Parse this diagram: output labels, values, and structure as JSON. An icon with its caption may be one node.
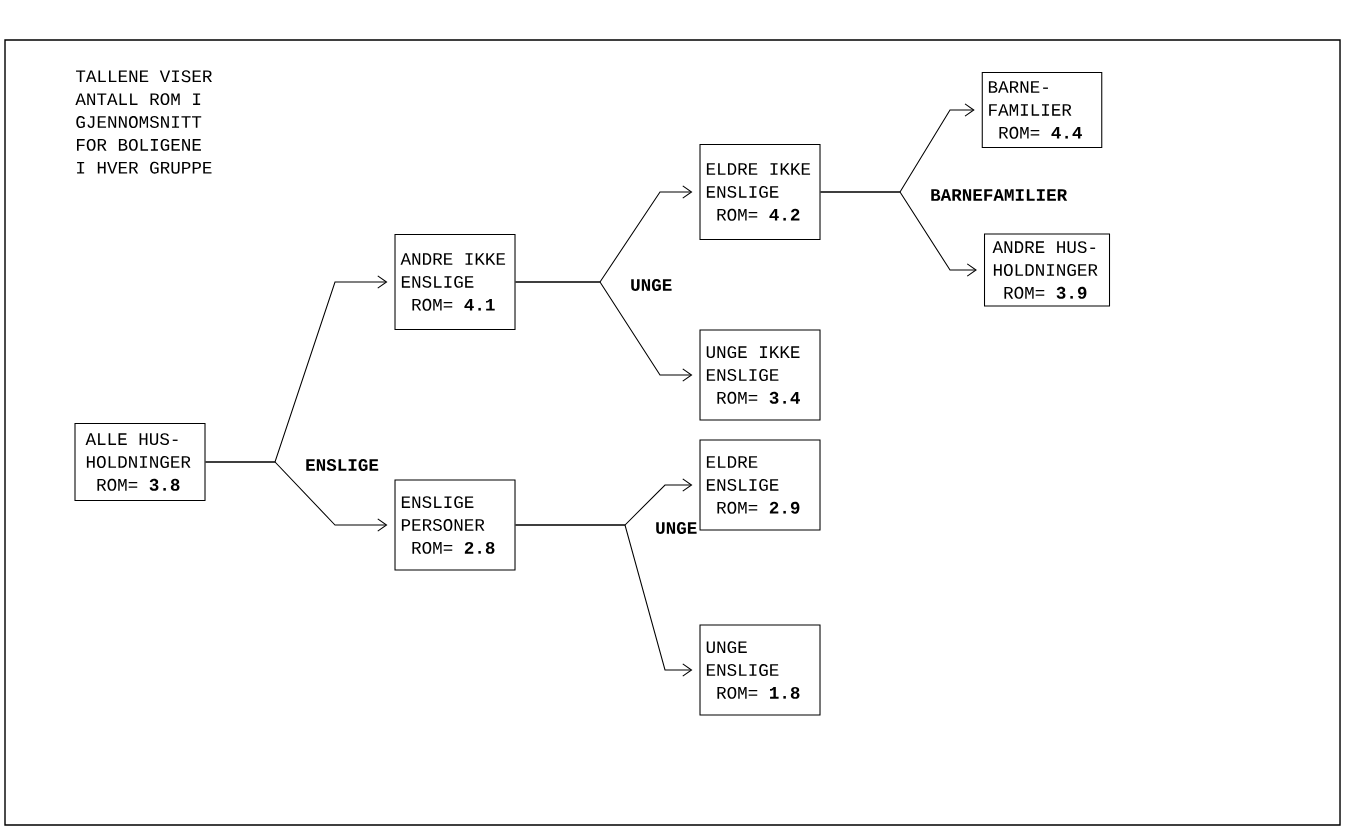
{
  "diagram": {
    "nodes": [
      {
        "text": [
          "ALLE HUS- HOLDNINGER",
          "ROM= **3.8**"
        ]
      },
      {
        "text": [
          "ANDRE IKKE ENSLIGE",
          "ROM= **4.1**"
        ]
      },
      {
        "text": [
          "ENSLIGE PERSONER",
          "ROM= **2.8**"
        ]
      },
      {
        "text": [
          "ELDRE IKKE ENSLIGE",
          "ROM= **4.2**"
        ]
      },
      {
        "text": [
          "UNGE IKKE ENSLIGE",
          "ROM= **3.4**"
        ]
      },
      {
        "text": [
          "ELDRE ENSLIGE",
          "ROM= **2.9**"
        ]
      },
      {
        "text": [
          "UNGE ENSLIGE",
          "ROM= **1.8**"
        ]
      },
      {
        "text": [
          "BARNE- FAMILIER",
          "ROM= **4.4**"
        ]
      },
      {
        "text": [
          "ANDRE HUS- HOLDNINGER",
          "ROM= **3.9**"
        ]
      }
    ],
    "edges": [
      {
        "from": 0,
        "to": 1,
        "arrow": "to"
      },
      {
        "from": 0,
        "to": 2,
        "arrow": "to",
        "label": "ENSLIGE"
      },
      {
        "from": 1,
        "to": 3,
        "arrow": "to"
      },
      {
        "from": 1,
        "to": 4,
        "arrow": "to",
        "label": "UNGE"
      },
      {
        "from": 2,
        "to": 5,
        "arrow": "to"
      },
      {
        "from": 2,
        "to": 6,
        "arrow": "to",
        "label": "UNGE"
      },
      {
        "from": 3,
        "to": 7,
        "arrow": "to",
        "label": "BARNEFAMILIER"
      },
      {
        "from": 3,
        "to": 8,
        "arrow": "to"
      }
    ],
    "labels": [
      "TALLENE VISER ANTALL ROM I GJENNOMSNITT FOR BOLIGENE I HVER GRUPPE"
    ]
  }
}
